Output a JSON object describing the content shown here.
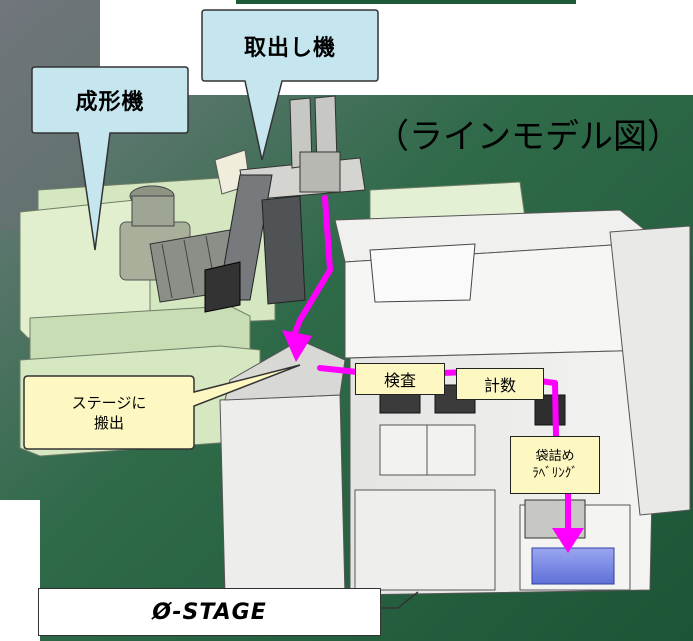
{
  "title": "（ラインモデル図）",
  "callouts": {
    "molding_machine": "成形機",
    "takeout_machine": "取出し機",
    "stage_out_line1": "ステージに",
    "stage_out_line2": "搬出"
  },
  "steps": {
    "inspection": "検査",
    "counting": "計数",
    "bagging_line1": "袋詰め",
    "bagging_line2": "ﾗﾍﾞﾘﾝｸﾞ"
  },
  "stage_name": "Ø-STAGE",
  "colors": {
    "callout_blue": "#c6e6ef",
    "callout_yellow": "#fdf7c2",
    "flow_arrow": "#ff00ff",
    "machine_green": "#d6e8c2",
    "cabinet_gray": "#eeeeec",
    "background_green": "#1e5a38"
  }
}
